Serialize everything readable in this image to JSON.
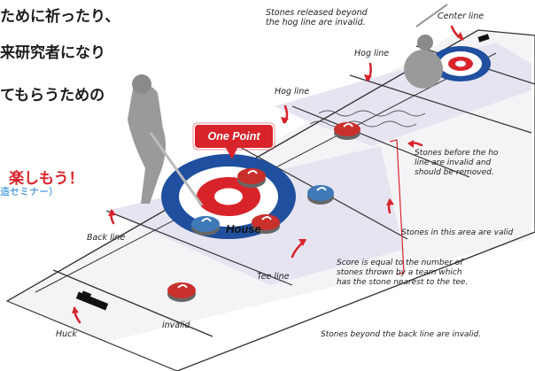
{
  "jp_text": {
    "line1": "ために祈ったり、",
    "line2": "来研究者になり",
    "line3": "てもらうための",
    "red": "楽しもう！",
    "blue": "造セミナー）"
  },
  "labels": {
    "stones_released_1": "Stones released beyond",
    "stones_released_2": "the hog line are invalid.",
    "center_line": "Center line",
    "hog_line_top": "Hog line",
    "hog_line_left": "Hog line",
    "one_point": "One Point",
    "house": "House",
    "back_line": "Back line",
    "tee_line": "Tee line",
    "hack": "Huck",
    "invalid": "invalid",
    "before_hog_1": "Stones before the ho",
    "before_hog_2": "line are invalid and",
    "before_hog_3": "should be removed.",
    "valid_area": "Stones in this area are valid",
    "score_1": "Score is equal to the number of",
    "score_2": "stones thrown by a team which",
    "score_3": "has the stone nearest to the tee.",
    "beyond_back": "Stones beyond the back line are invalid."
  },
  "colors": {
    "house_blue": "#1f4f9e",
    "house_red": "#d8232a",
    "sheet_fill": "#e6e4f1",
    "arrow_red": "#d8232a",
    "stone_red": "#c9302c",
    "stone_blue": "#3f79b7"
  }
}
